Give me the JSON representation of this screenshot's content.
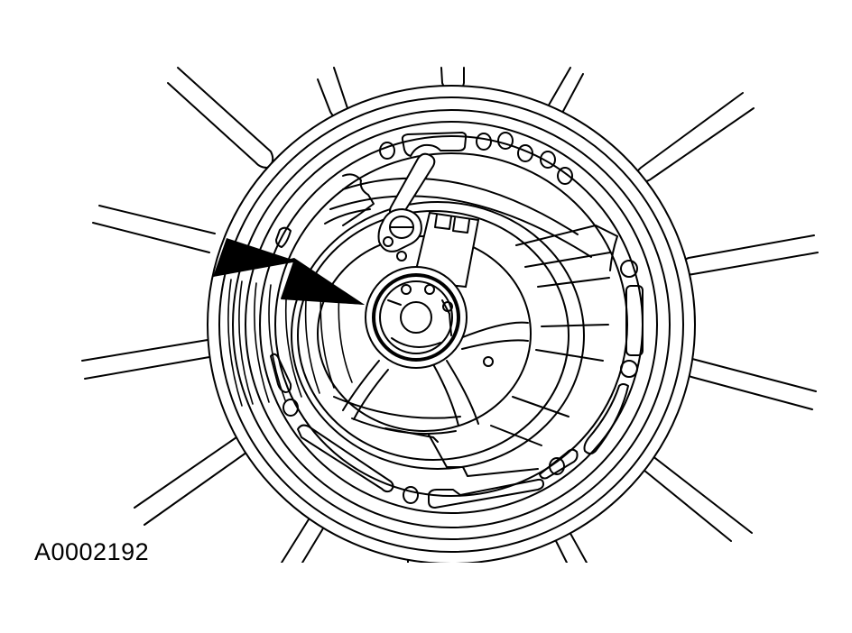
{
  "figure": {
    "label": "A0002192",
    "type": "technical line illustration",
    "subject": "clutch plate assembly with radial spokes and center hub",
    "callout": {
      "kind": "double solid arrow",
      "points_to": "center hub seal"
    },
    "colors": {
      "line": "#000000",
      "background": "#ffffff",
      "arrow_fill": "#000000"
    }
  }
}
